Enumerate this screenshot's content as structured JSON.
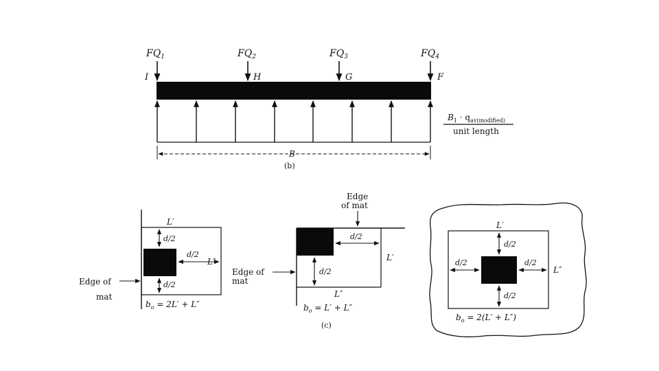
{
  "figure_b": {
    "loads": [
      {
        "label": "FQ",
        "sub": "1"
      },
      {
        "label": "FQ",
        "sub": "2"
      },
      {
        "label": "FQ",
        "sub": "3"
      },
      {
        "label": "FQ",
        "sub": "4"
      }
    ],
    "points": [
      "I",
      "H",
      "G",
      "F"
    ],
    "pressure_label_top": "B",
    "pressure_label_top_sub": "1",
    "pressure_label_mid": " · q",
    "pressure_label_sub": "av(modified)",
    "pressure_label_bottom": "unit length",
    "span_label": "B",
    "caption": "(b)"
  },
  "figure_c": {
    "caption": "(c)",
    "left": {
      "L1": "L′",
      "L2": "L″",
      "d_top": "d/2",
      "d_right": "d/2",
      "d_bottom": "d/2",
      "edge": [
        "Edge of",
        "mat"
      ],
      "bo_prefix": "b",
      "bo_sub": "o",
      "bo_eq": " = 2L′ + L″"
    },
    "middle": {
      "edge_top": [
        "Edge",
        "of mat"
      ],
      "edge_left": [
        "Edge of",
        "mat"
      ],
      "d_right": "d/2",
      "d_down": "d/2",
      "L1": "L′",
      "L2": "L″",
      "bo_prefix": "b",
      "bo_sub": "o",
      "bo_eq": " = L′ + L″"
    },
    "right": {
      "L1": "L′",
      "L2": "L″",
      "d_top": "d/2",
      "d_left": "d/2",
      "d_right": "d/2",
      "d_bottom": "d/2",
      "bo_prefix": "b",
      "bo_sub": "o",
      "bo_eq": " = 2(L′ + L″)"
    }
  }
}
